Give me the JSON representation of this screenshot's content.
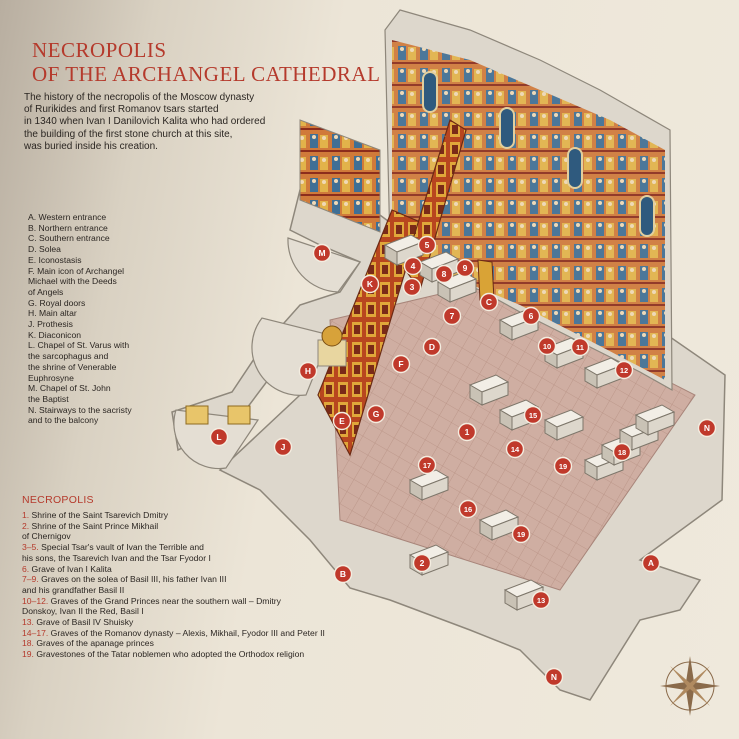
{
  "title": {
    "line1": "NECROPOLIS",
    "line2": "OF THE ARCHANGEL CATHEDRAL"
  },
  "intro": "The history of the necropolis of the Moscow dynasty\nof Rurikides and first Romanov tsars started\nin 1340 when Ivan I Danilovich Kalita who had ordered\nthe building of the first stone church at this site,\nwas buried inside his creation.",
  "legend": [
    {
      "key": "A.",
      "text": "Western entrance"
    },
    {
      "key": "B.",
      "text": "Northern entrance"
    },
    {
      "key": "C.",
      "text": "Southern entrance"
    },
    {
      "key": "D.",
      "text": "Solea"
    },
    {
      "key": "E.",
      "text": "Iconostasis"
    },
    {
      "key": "F.",
      "text": "Main icon of Archangel\nMichael with the Deeds\nof Angels"
    },
    {
      "key": "G.",
      "text": "Royal doors"
    },
    {
      "key": "H.",
      "text": "Main altar"
    },
    {
      "key": "J.",
      "text": "Prothesis"
    },
    {
      "key": "K.",
      "text": "Diaconicon"
    },
    {
      "key": "L.",
      "text": "Chapel of St. Varus with\nthe sarcophagus and\nthe shrine of Venerable\nEuphrosyne"
    },
    {
      "key": "M.",
      "text": "Chapel of St. John\nthe Baptist"
    },
    {
      "key": "N.",
      "text": "Stairways to the sacristy\nand to the balcony"
    }
  ],
  "necropolis": {
    "title": "NECROPOLIS",
    "items": [
      {
        "key": "1.",
        "text": "Shrine of the Saint Tsarevich Dmitry"
      },
      {
        "key": "2.",
        "text": "Shrine of the Saint Prince Mikhail\nof Chernigov"
      },
      {
        "key": "3–5.",
        "text": "Special Tsar's vault of Ivan the Terrible and\nhis sons, the Tsarevich Ivan and the Tsar Fyodor I"
      },
      {
        "key": "6.",
        "text": "Grave of Ivan I Kalita"
      },
      {
        "key": "7–9.",
        "text": "Graves on the solea of Basil III, his father Ivan III\nand his grandfather Basil II"
      },
      {
        "key": "10–12.",
        "text": "Graves of the Grand Princes near the southern wall – Dmitry\nDonskoy, Ivan II the Red, Basil I"
      },
      {
        "key": "13.",
        "text": "Grave of Basil IV Shuisky"
      },
      {
        "key": "14–17.",
        "text": "Graves of the Romanov dynasty – Alexis, Mikhail, Fyodor III and Peter II"
      },
      {
        "key": "18.",
        "text": "Graves of the apanage princes"
      },
      {
        "key": "19.",
        "text": "Gravestones of the Tatar noblemen who adopted the Orthodox religion"
      }
    ]
  },
  "markers": [
    "A",
    "B",
    "C",
    "D",
    "E",
    "F",
    "G",
    "H",
    "J",
    "K",
    "L",
    "M",
    "N",
    "N",
    "1",
    "2",
    "3",
    "4",
    "5",
    "6",
    "7",
    "8",
    "9",
    "10",
    "11",
    "12",
    "13",
    "14",
    "15",
    "16",
    "17",
    "18",
    "19",
    "19"
  ],
  "colors": {
    "accent": "#b53a2c",
    "marker": "#c0392b",
    "floor": "#c9a79c",
    "wall": "#ddd7cc",
    "fresco": "#c75a2a",
    "gold": "#d9a336"
  }
}
